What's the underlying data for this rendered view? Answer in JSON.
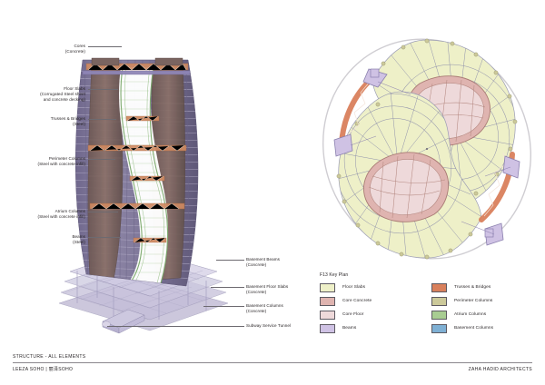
{
  "sheet": {
    "background": "#ffffff"
  },
  "annotations": {
    "left": [
      {
        "id": "cores",
        "lines": "Cores\n(Concrete)"
      },
      {
        "id": "floor-slabs",
        "lines": "Floor Slabs\n(Corrugated Steel sheet\nand concrete decking)"
      },
      {
        "id": "trusses-bridges",
        "lines": "Trusses & Bridges\n(Steel)"
      },
      {
        "id": "perimeter-columns",
        "lines": "Perimeter Columns\n(Steel with concrete infill)"
      },
      {
        "id": "atrium-columns",
        "lines": "Atrium Columns\n(Steel with concrete infill)"
      },
      {
        "id": "beams",
        "lines": "Beams\n(Steel)"
      }
    ],
    "right": [
      {
        "id": "basement-beams",
        "lines": "Basement Beams\n(Concrete)"
      },
      {
        "id": "basement-floor-slabs",
        "lines": "Basement Floor Slabs\n(Concrete)"
      },
      {
        "id": "basement-columns",
        "lines": "Basement Columns\n(Concrete)"
      },
      {
        "id": "subway-service-tunnel",
        "lines": "Subway Service Tunnel"
      }
    ]
  },
  "legend": {
    "title": "F13 Key Plan",
    "columns": [
      [
        {
          "label": "Floor Slabs",
          "color": "#eef0c8"
        },
        {
          "label": "Core Concrete",
          "color": "#dfb4b0"
        },
        {
          "label": "Core Floor",
          "color": "#eed9da"
        },
        {
          "label": "Beams",
          "color": "#cfc2e4"
        }
      ],
      [
        {
          "label": "Trusses & Bridges",
          "color": "#d9805c"
        },
        {
          "label": "Perimeter Columns",
          "color": "#ccc99a"
        },
        {
          "label": "Atrium Columns",
          "color": "#a8cd92"
        },
        {
          "label": "Basement Columns",
          "color": "#7fb0d4"
        }
      ]
    ]
  },
  "footer": {
    "sheet_title": "STRUCTURE - ALL ELEMENTS",
    "project": "LEEZA SOHO | 丽泽SOHO",
    "practice": "ZAHA HADID ARCHITECTS"
  },
  "palette": {
    "floor_slabs": "#eef0c8",
    "core_concrete": "#dfb4b0",
    "core_floor": "#eed9da",
    "beams": "#cfc2e4",
    "trusses": "#d9805c",
    "perimeter_columns": "#ccc99a",
    "atrium_columns": "#a8cd92",
    "basement_columns": "#7fb0d4",
    "tower_body": "#8a83a3",
    "tower_core": "#7a6460",
    "basement_glass": "#b9b4d0",
    "leader_line": "#6d6a70",
    "text": "#2a2628"
  }
}
